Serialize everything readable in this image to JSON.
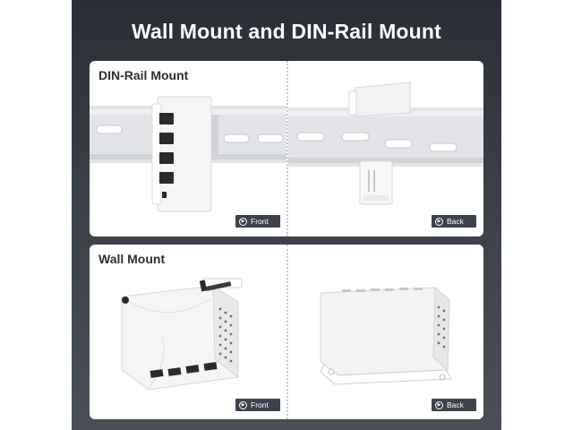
{
  "headline": "Wall Mount and DIN-Rail Mount",
  "panels": [
    {
      "title": "DIN-Rail Mount",
      "views": [
        {
          "label": "Front",
          "icon": "play-icon"
        },
        {
          "label": "Back",
          "icon": "play-icon"
        }
      ]
    },
    {
      "title": "Wall Mount",
      "views": [
        {
          "label": "Front",
          "icon": "play-icon"
        },
        {
          "label": "Back",
          "icon": "play-icon"
        }
      ]
    }
  ],
  "colors": {
    "background_dark": "#2a2e35",
    "tag_background": "#3d434c",
    "title_text": "#2b2f36",
    "device_white": "#f4f4f4",
    "rail_grey": "#d8dadd"
  }
}
